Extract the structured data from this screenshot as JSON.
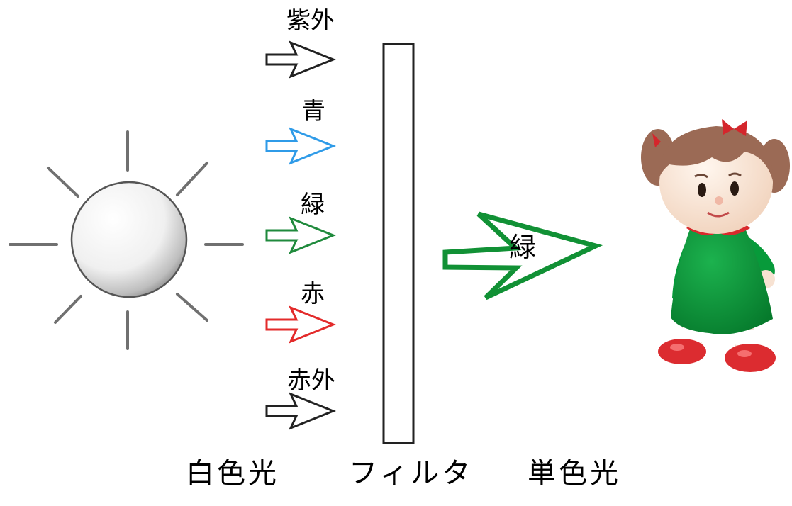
{
  "rays": [
    {
      "label": "紫外",
      "color": "#222222"
    },
    {
      "label": "青",
      "color": "#2f9be8"
    },
    {
      "label": "緑",
      "color": "#1f8a3c"
    },
    {
      "label": "赤",
      "color": "#e32b2b"
    },
    {
      "label": "赤外",
      "color": "#222222"
    }
  ],
  "output": {
    "label": "緑",
    "color": "#119135"
  },
  "captions": {
    "source": "白色光",
    "filter": "フィルタ",
    "result": "単色光"
  },
  "icons": [
    "sun-icon",
    "girl-figure-icon"
  ],
  "colors": {
    "dress": "#079a3a",
    "hair": "#9b6a55",
    "ribbon": "#d4262c"
  }
}
